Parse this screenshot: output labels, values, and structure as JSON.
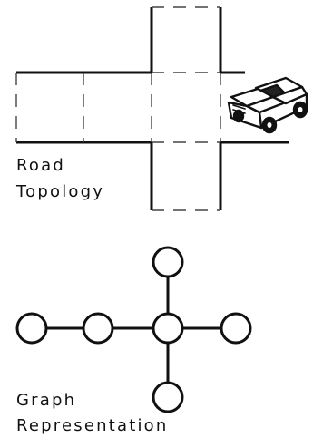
{
  "road": {
    "label_line1": "Road",
    "label_line2": "Topology"
  },
  "graph": {
    "label_line1": "Graph",
    "label_line2": "Representation",
    "nodes": [
      "top",
      "left-outer",
      "left-inner",
      "center",
      "right",
      "bottom"
    ]
  },
  "icons": {
    "vehicle": "car-icon"
  },
  "colors": {
    "ink": "#111111",
    "background": "#ffffff"
  }
}
